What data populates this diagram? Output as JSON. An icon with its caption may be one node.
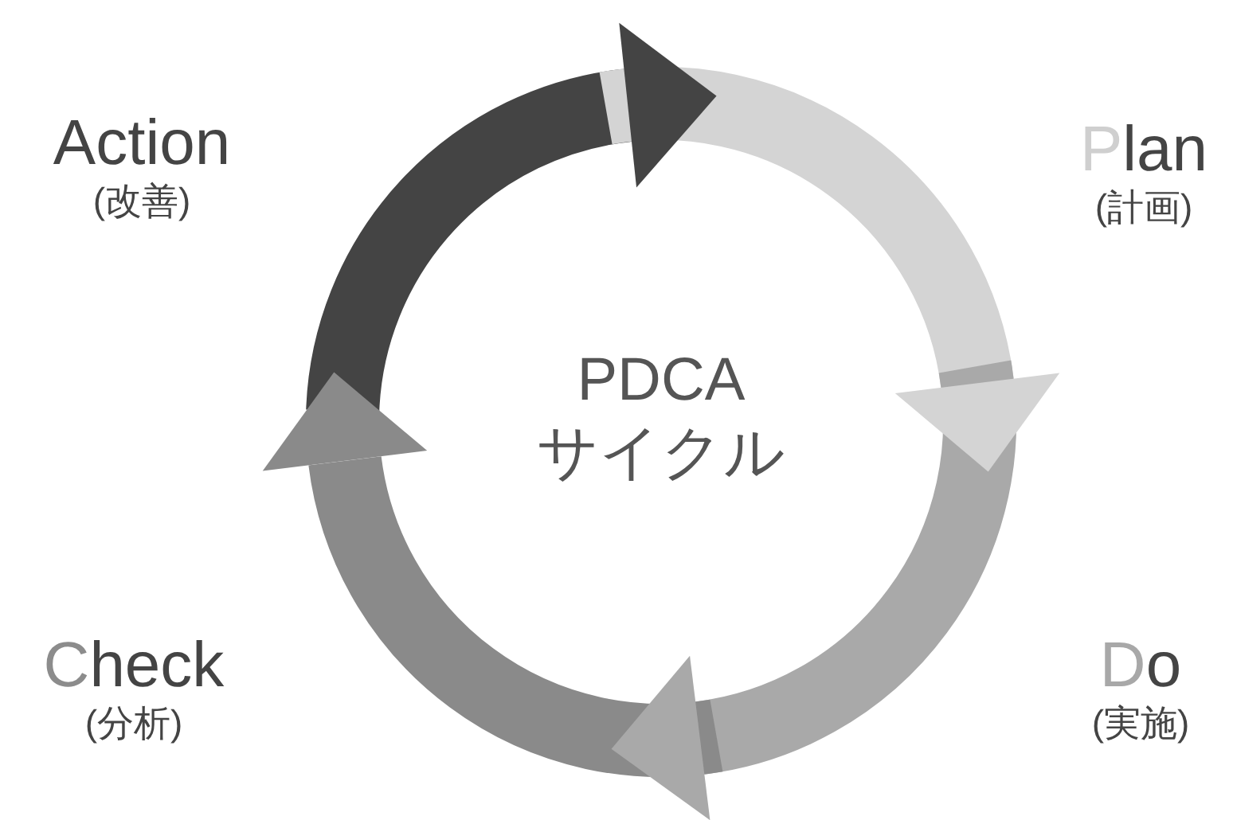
{
  "diagram": {
    "nodes": [
      {
        "text": [
          "PDCA サイクル"
        ]
      },
      {
        "text": [
          "Plan",
          "(計画)"
        ]
      },
      {
        "text": [
          "Do",
          "(実施)"
        ]
      },
      {
        "text": [
          "Check",
          "(分析)"
        ]
      },
      {
        "text": [
          "Action",
          "(改善)"
        ]
      }
    ]
  }
}
